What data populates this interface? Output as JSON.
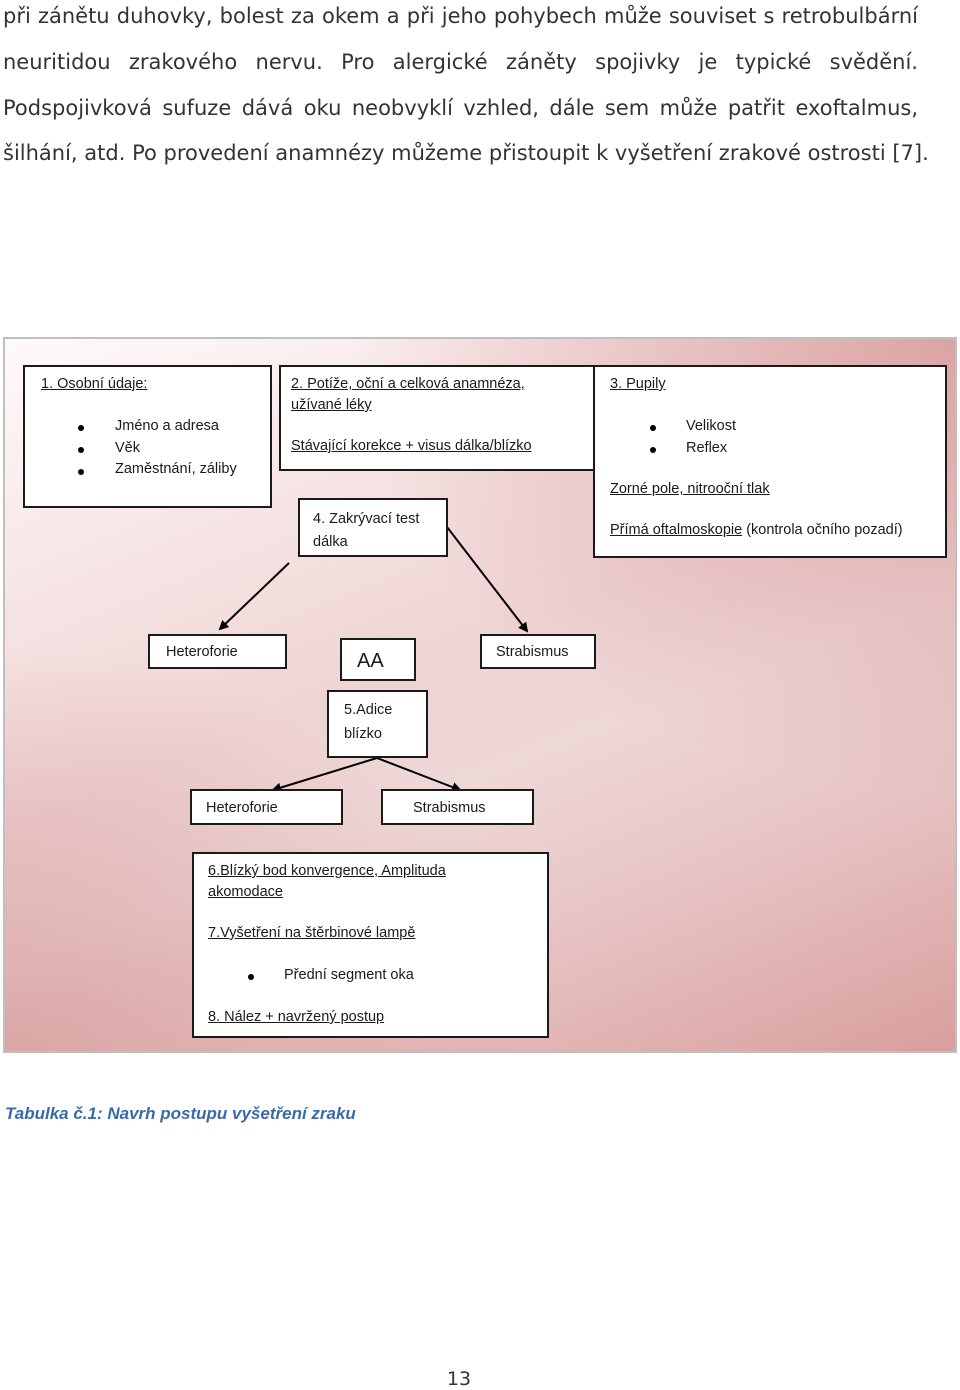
{
  "paragraph": {
    "lines": [
      "při zánětu duhovky, bolest za okem a při jeho pohybech může souviset s retrobulbární",
      "neuritidou zrakového nervu. Pro alergické záněty spojivky je typické svědění.",
      "Podspojivková sufuze dává oku neobvyklí vzhled, dále sem může patřit exoftalmus,",
      "šilhání, atd. Po provedení anamnézy můžeme přistoupit k vyšetření zrakové ostrosti [7]."
    ]
  },
  "flowchart": {
    "box1": {
      "title": "1. Osobní údaje:",
      "items": [
        "Jméno a adresa",
        "Věk",
        "Zaměstnání, záliby"
      ]
    },
    "box2": {
      "title_line1": "2. Potíže, oční a celková anamnéza,",
      "title_line2": "užívané léky",
      "subtitle": "Stávající korekce + visus dálka/blízko"
    },
    "box3": {
      "title": "3. Pupily",
      "items": [
        "Velikost",
        "Reflex"
      ],
      "line1": "Zorné pole, nitrooční tlak",
      "line2_underlined": "Přímá oftalmoskopie",
      "line2_rest": " (kontrola očního pozadí)"
    },
    "box4": {
      "line1": "4. Zakrývací test",
      "line2": "dálka"
    },
    "heteroforie_top": "Heteroforie",
    "aa": "AA",
    "strabismus_top": "Strabismus",
    "box5": {
      "line1": "5.Adice",
      "line2": "blízko"
    },
    "heteroforie_bottom": "Heteroforie",
    "strabismus_bottom": "Strabismus",
    "box6": {
      "item6_line1": "6.Blízký bod konvergence, Amplituda",
      "item6_line2": "akomodace",
      "item7": "7.Vyšetření na štěrbinové lampě",
      "item7_bullet": "Přední segment oka",
      "item8": "8. Nález + navržený postup"
    }
  },
  "caption": "Tabulka č.1: Navrh postupu vyšetření zraku",
  "page_number": "13",
  "colors": {
    "caption": "#3a6aa8",
    "diagram_background": "#e8c4c4"
  }
}
